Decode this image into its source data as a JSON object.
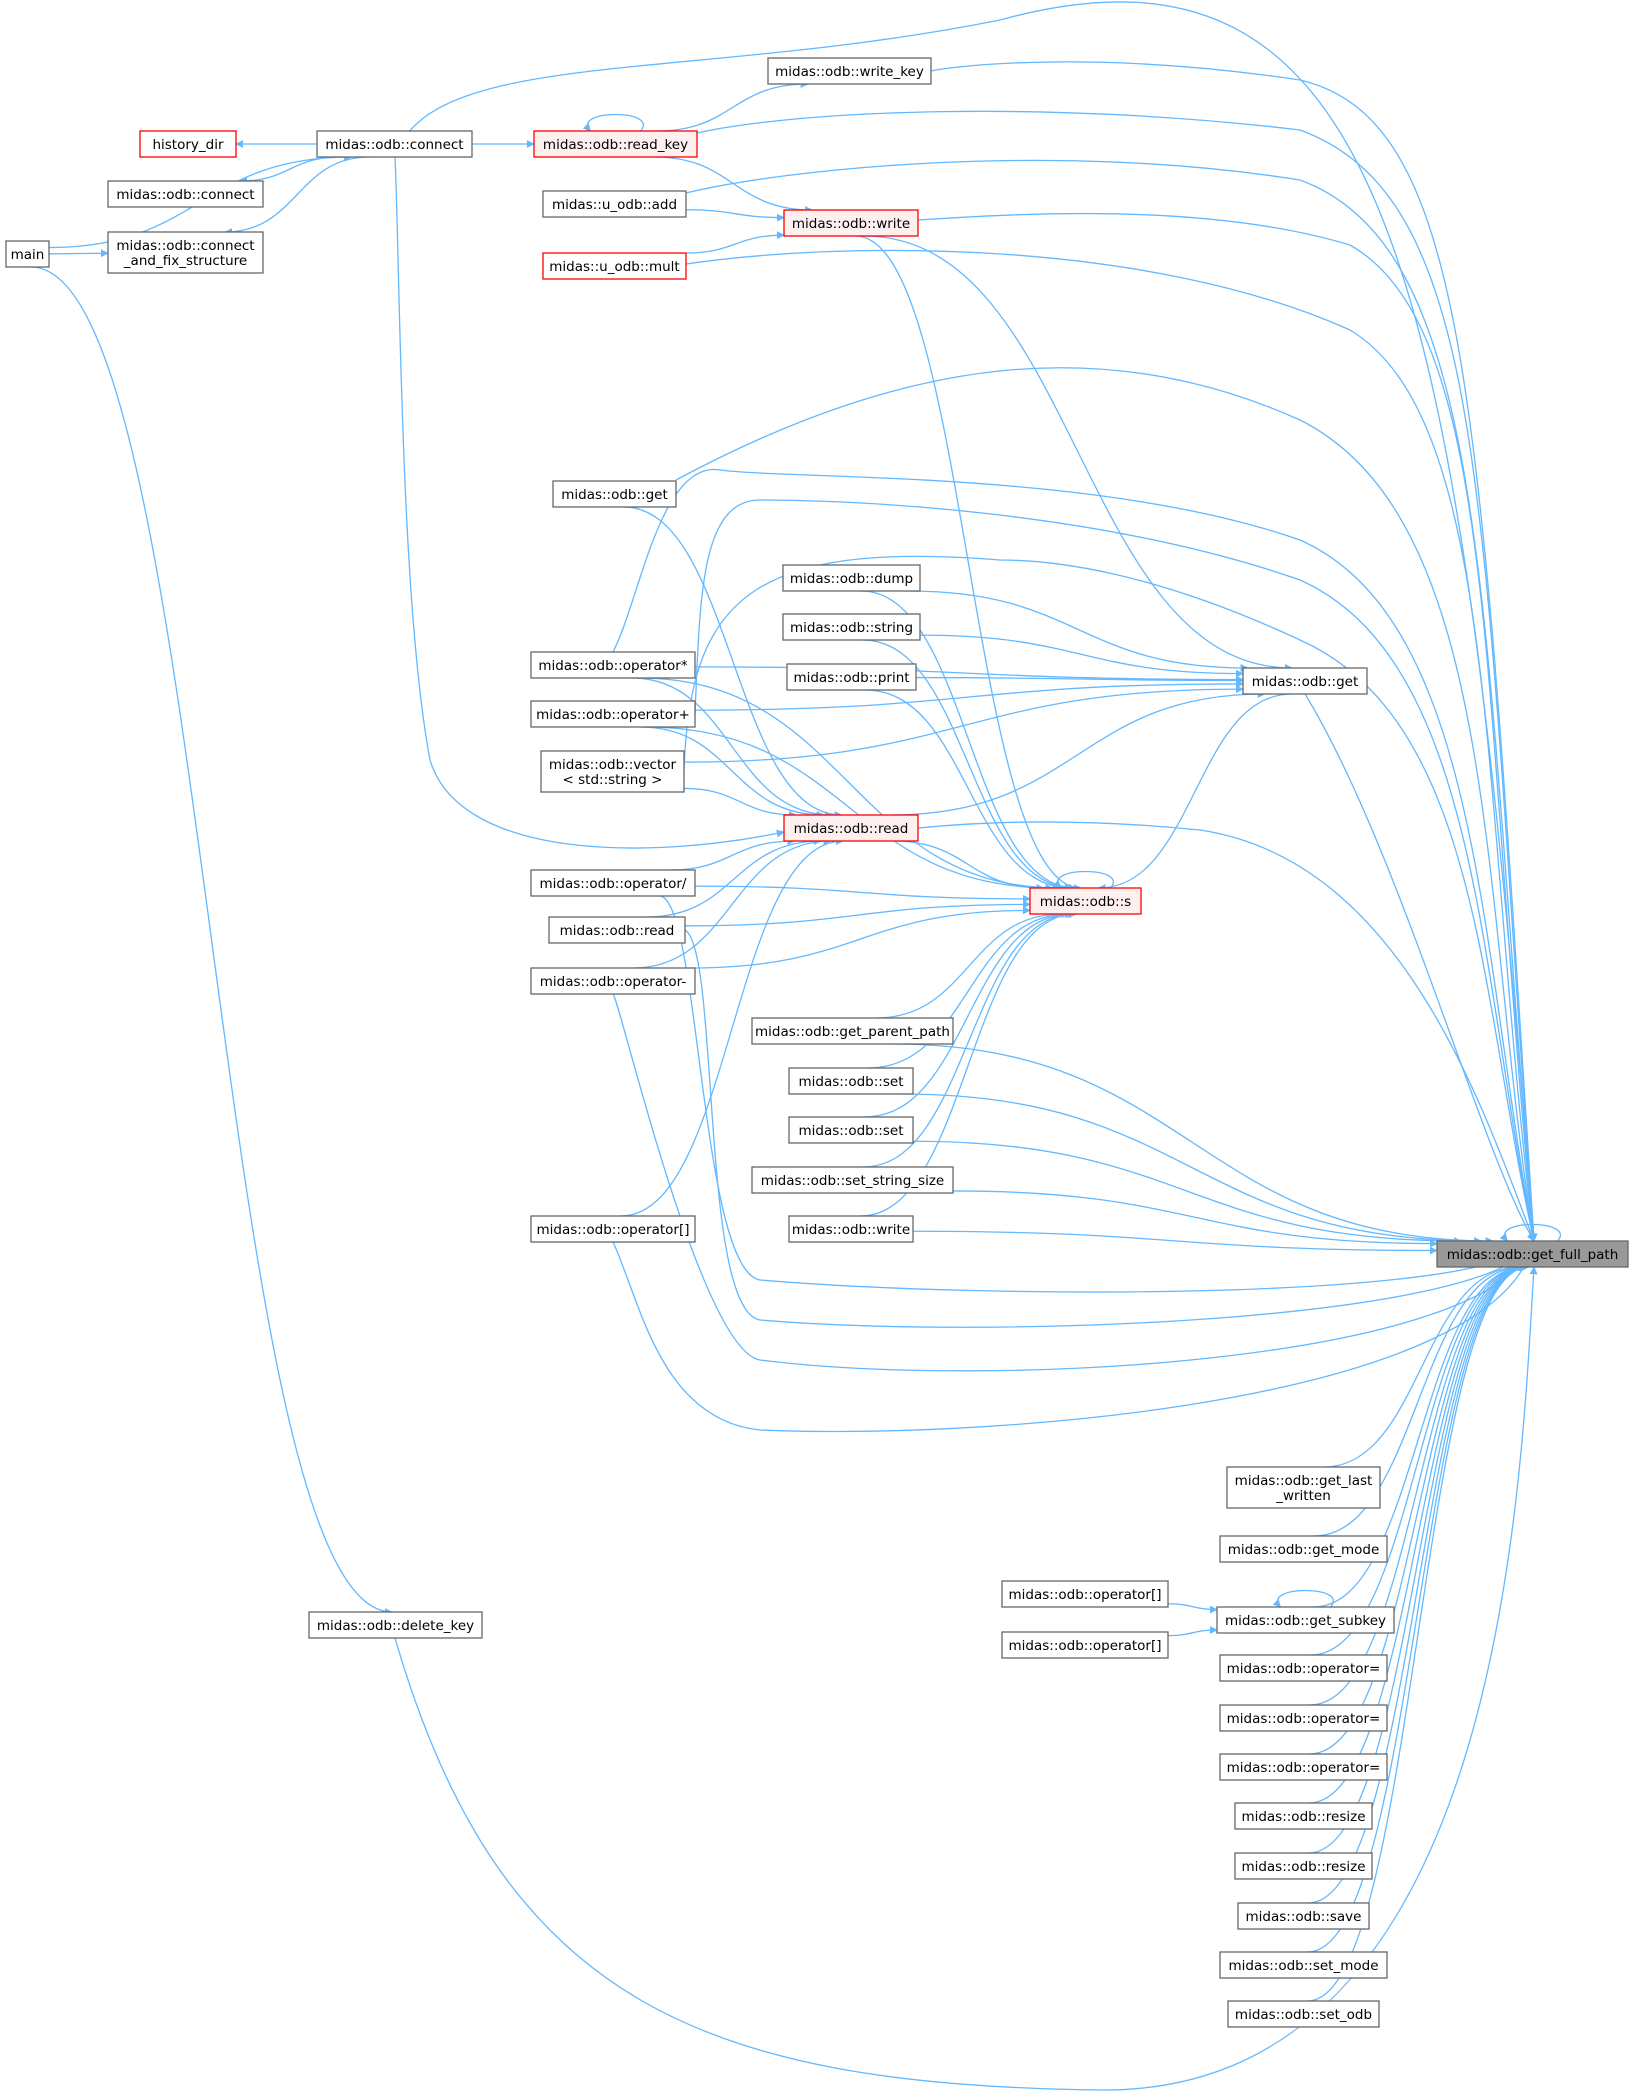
{
  "graph": {
    "edge_color": "#63b8ff",
    "node_border_color": "#666666",
    "highlight_border_color": "#ff0000",
    "focus_fill_color": "#999999",
    "nodes": [
      {
        "id": "main",
        "lines": [
          "main"
        ],
        "style": "normal"
      },
      {
        "id": "history_dir",
        "lines": [
          "history_dir"
        ],
        "style": "red"
      },
      {
        "id": "connect1",
        "lines": [
          "midas::odb::connect"
        ],
        "style": "normal"
      },
      {
        "id": "connect2",
        "lines": [
          "midas::odb::connect"
        ],
        "style": "normal"
      },
      {
        "id": "connect_fix",
        "lines": [
          "midas::odb::connect",
          "_and_fix_structure"
        ],
        "style": "normal"
      },
      {
        "id": "write_key",
        "lines": [
          "midas::odb::write_key"
        ],
        "style": "normal"
      },
      {
        "id": "read_key",
        "lines": [
          "midas::odb::read_key"
        ],
        "style": "redfill"
      },
      {
        "id": "u_add",
        "lines": [
          "midas::u_odb::add"
        ],
        "style": "normal"
      },
      {
        "id": "u_mult",
        "lines": [
          "midas::u_odb::mult"
        ],
        "style": "red"
      },
      {
        "id": "write1",
        "lines": [
          "midas::odb::write"
        ],
        "style": "redfill"
      },
      {
        "id": "get1",
        "lines": [
          "midas::odb::get"
        ],
        "style": "normal"
      },
      {
        "id": "dump",
        "lines": [
          "midas::odb::dump"
        ],
        "style": "normal"
      },
      {
        "id": "string",
        "lines": [
          "midas::odb::string"
        ],
        "style": "normal"
      },
      {
        "id": "print",
        "lines": [
          "midas::odb::print"
        ],
        "style": "normal"
      },
      {
        "id": "get2",
        "lines": [
          "midas::odb::get"
        ],
        "style": "normal"
      },
      {
        "id": "op_mul",
        "lines": [
          "midas::odb::operator*"
        ],
        "style": "normal"
      },
      {
        "id": "op_plus",
        "lines": [
          "midas::odb::operator+"
        ],
        "style": "normal"
      },
      {
        "id": "vector",
        "lines": [
          "midas::odb::vector",
          "< std::string >"
        ],
        "style": "normal"
      },
      {
        "id": "read1",
        "lines": [
          "midas::odb::read"
        ],
        "style": "redfill"
      },
      {
        "id": "s",
        "lines": [
          "midas::odb::s"
        ],
        "style": "redfill"
      },
      {
        "id": "op_div",
        "lines": [
          "midas::odb::operator/"
        ],
        "style": "normal"
      },
      {
        "id": "read2",
        "lines": [
          "midas::odb::read"
        ],
        "style": "normal"
      },
      {
        "id": "op_minus",
        "lines": [
          "midas::odb::operator-"
        ],
        "style": "normal"
      },
      {
        "id": "get_parent_path",
        "lines": [
          "midas::odb::get_parent_path"
        ],
        "style": "normal"
      },
      {
        "id": "set1",
        "lines": [
          "midas::odb::set"
        ],
        "style": "normal"
      },
      {
        "id": "set2",
        "lines": [
          "midas::odb::set"
        ],
        "style": "normal"
      },
      {
        "id": "set_string_size",
        "lines": [
          "midas::odb::set_string_size"
        ],
        "style": "normal"
      },
      {
        "id": "write2",
        "lines": [
          "midas::odb::write"
        ],
        "style": "normal"
      },
      {
        "id": "op_idx",
        "lines": [
          "midas::odb::operator[]"
        ],
        "style": "normal"
      },
      {
        "id": "get_full_path",
        "lines": [
          "midas::odb::get_full_path"
        ],
        "style": "focus"
      },
      {
        "id": "get_last_written",
        "lines": [
          "midas::odb::get_last",
          "_written"
        ],
        "style": "normal"
      },
      {
        "id": "get_mode",
        "lines": [
          "midas::odb::get_mode"
        ],
        "style": "normal"
      },
      {
        "id": "op_idx2",
        "lines": [
          "midas::odb::operator[]"
        ],
        "style": "normal"
      },
      {
        "id": "get_subkey",
        "lines": [
          "midas::odb::get_subkey"
        ],
        "style": "normal"
      },
      {
        "id": "op_idx3",
        "lines": [
          "midas::odb::operator[]"
        ],
        "style": "normal"
      },
      {
        "id": "op_eq1",
        "lines": [
          "midas::odb::operator="
        ],
        "style": "normal"
      },
      {
        "id": "op_eq2",
        "lines": [
          "midas::odb::operator="
        ],
        "style": "normal"
      },
      {
        "id": "op_eq3",
        "lines": [
          "midas::odb::operator="
        ],
        "style": "normal"
      },
      {
        "id": "resize1",
        "lines": [
          "midas::odb::resize"
        ],
        "style": "normal"
      },
      {
        "id": "resize2",
        "lines": [
          "midas::odb::resize"
        ],
        "style": "normal"
      },
      {
        "id": "save",
        "lines": [
          "midas::odb::save"
        ],
        "style": "normal"
      },
      {
        "id": "set_mode",
        "lines": [
          "midas::odb::set_mode"
        ],
        "style": "normal"
      },
      {
        "id": "set_odb",
        "lines": [
          "midas::odb::set_odb"
        ],
        "style": "normal"
      },
      {
        "id": "delete_key",
        "lines": [
          "midas::odb::delete_key"
        ],
        "style": "normal"
      }
    ],
    "edges": [
      [
        "connect1",
        "main"
      ],
      [
        "connect_fix",
        "main"
      ],
      [
        "delete_key",
        "main"
      ],
      [
        "history_dir",
        "connect1"
      ],
      [
        "connect2",
        "connect1"
      ],
      [
        "connect_fix",
        "connect1"
      ],
      [
        "read_key",
        "connect1"
      ],
      [
        "read1",
        "connect1"
      ],
      [
        "get_full_path",
        "connect1"
      ],
      [
        "write_key",
        "read_key"
      ],
      [
        "read_key",
        "read_key"
      ],
      [
        "get_full_path",
        "write_key"
      ],
      [
        "get_full_path",
        "read_key"
      ],
      [
        "write1",
        "read_key"
      ],
      [
        "write1",
        "u_add"
      ],
      [
        "write1",
        "u_mult"
      ],
      [
        "get_full_path",
        "u_add"
      ],
      [
        "get_full_path",
        "u_mult"
      ],
      [
        "get_full_path",
        "write1"
      ],
      [
        "get2",
        "write1"
      ],
      [
        "s",
        "write1"
      ],
      [
        "get2",
        "dump"
      ],
      [
        "get2",
        "string"
      ],
      [
        "get2",
        "print"
      ],
      [
        "get2",
        "op_mul"
      ],
      [
        "get2",
        "op_plus"
      ],
      [
        "get2",
        "vector"
      ],
      [
        "get2",
        "read1"
      ],
      [
        "s",
        "get2"
      ],
      [
        "get_full_path",
        "get2"
      ],
      [
        "get_full_path",
        "get1"
      ],
      [
        "get_full_path",
        "op_mul"
      ],
      [
        "get_full_path",
        "op_plus"
      ],
      [
        "get_full_path",
        "vector"
      ],
      [
        "read1",
        "get1"
      ],
      [
        "read1",
        "op_mul"
      ],
      [
        "read1",
        "op_plus"
      ],
      [
        "read1",
        "vector"
      ],
      [
        "read1",
        "op_div"
      ],
      [
        "read1",
        "read2"
      ],
      [
        "read1",
        "op_minus"
      ],
      [
        "read1",
        "op_idx"
      ],
      [
        "s",
        "read1"
      ],
      [
        "get_full_path",
        "read1"
      ],
      [
        "s",
        "s"
      ],
      [
        "s",
        "dump"
      ],
      [
        "s",
        "string"
      ],
      [
        "s",
        "print"
      ],
      [
        "s",
        "op_mul"
      ],
      [
        "s",
        "op_plus"
      ],
      [
        "s",
        "op_div"
      ],
      [
        "s",
        "read2"
      ],
      [
        "s",
        "op_minus"
      ],
      [
        "s",
        "get_parent_path"
      ],
      [
        "s",
        "set1"
      ],
      [
        "s",
        "set2"
      ],
      [
        "s",
        "set_string_size"
      ],
      [
        "s",
        "write2"
      ],
      [
        "get_full_path",
        "get_parent_path"
      ],
      [
        "get_full_path",
        "set1"
      ],
      [
        "get_full_path",
        "set2"
      ],
      [
        "get_full_path",
        "set_string_size"
      ],
      [
        "get_full_path",
        "write2"
      ],
      [
        "get_full_path",
        "op_div"
      ],
      [
        "get_full_path",
        "read2"
      ],
      [
        "get_full_path",
        "op_minus"
      ],
      [
        "get_full_path",
        "op_idx"
      ],
      [
        "get_full_path",
        "get_full_path"
      ],
      [
        "get_full_path",
        "get_last_written"
      ],
      [
        "get_full_path",
        "get_mode"
      ],
      [
        "get_full_path",
        "get_subkey"
      ],
      [
        "get_subkey",
        "get_subkey"
      ],
      [
        "get_subkey",
        "op_idx2"
      ],
      [
        "get_subkey",
        "op_idx3"
      ],
      [
        "get_full_path",
        "op_eq1"
      ],
      [
        "get_full_path",
        "op_eq2"
      ],
      [
        "get_full_path",
        "op_eq3"
      ],
      [
        "get_full_path",
        "resize1"
      ],
      [
        "get_full_path",
        "resize2"
      ],
      [
        "get_full_path",
        "save"
      ],
      [
        "get_full_path",
        "set_mode"
      ],
      [
        "get_full_path",
        "set_odb"
      ],
      [
        "get_full_path",
        "delete_key"
      ]
    ]
  }
}
